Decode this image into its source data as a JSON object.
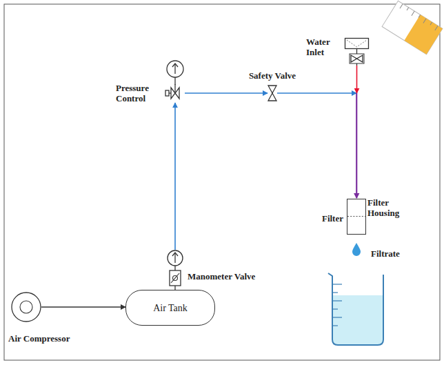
{
  "diagram": {
    "nodes": [
      {
        "text": [
          "Pressure Control"
        ]
      },
      {
        "text": [
          "Safety Valve"
        ]
      },
      {
        "text": [
          "Water Inlet"
        ]
      },
      {
        "text": [
          "Filter Housing",
          "Filter"
        ]
      },
      {
        "text": [
          "Manometer Valve"
        ]
      },
      {
        "text": [
          "Air Tank"
        ]
      },
      {
        "text": [
          "Air Compressor"
        ]
      }
    ],
    "edges": [
      {
        "from": 6,
        "to": 5,
        "arrow": "to"
      },
      {
        "from": 4,
        "to": 0,
        "arrow": "to"
      },
      {
        "from": 0,
        "to": 1,
        "arrow": "to"
      },
      {
        "from": 1,
        "to": 3,
        "arrow": "to"
      },
      {
        "from": 2,
        "to": 3,
        "arrow": "to"
      }
    ],
    "labels": [
      "Filtrate"
    ]
  }
}
